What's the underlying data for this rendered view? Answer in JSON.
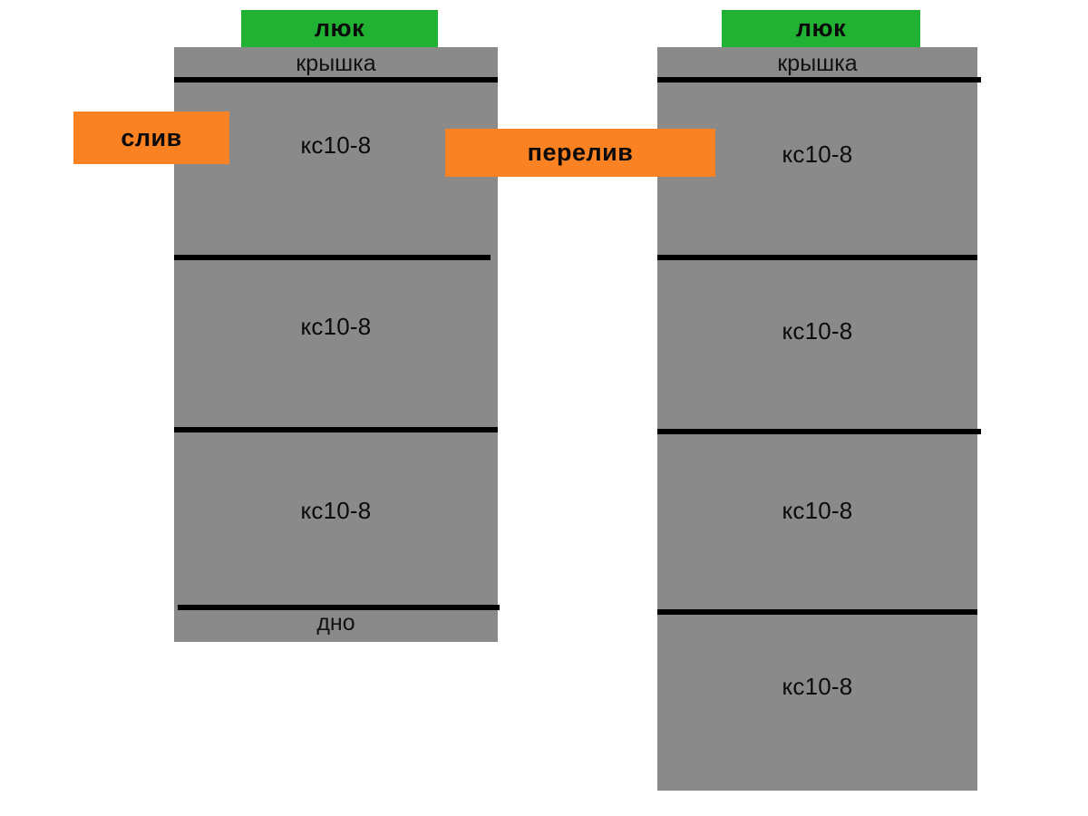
{
  "diagram": {
    "background_color": "#ffffff",
    "palette": {
      "concrete_gray": "#8a8a8a",
      "hatch_green": "#22b233",
      "pipe_orange": "#fa8223",
      "joint_black": "#000000"
    },
    "wells": [
      {
        "id": "left-well",
        "name": "left-well",
        "hatch": {
          "label": "люк",
          "color": "#22b233"
        },
        "cover": {
          "label": "крышка"
        },
        "rings": [
          {
            "label": "кс10-8"
          },
          {
            "label": "кс10-8"
          },
          {
            "label": "кс10-8"
          }
        ],
        "bottom": {
          "label": "дно"
        }
      },
      {
        "id": "right-well",
        "name": "right-well",
        "hatch": {
          "label": "люк",
          "color": "#22b233"
        },
        "cover": {
          "label": "крышка"
        },
        "rings": [
          {
            "label": "кс10-8"
          },
          {
            "label": "кс10-8"
          },
          {
            "label": "кс10-8"
          },
          {
            "label": "кс10-8"
          }
        ],
        "bottom": null
      }
    ],
    "pipes": [
      {
        "id": "drain-pipe",
        "label": "слив",
        "color": "#fa8223"
      },
      {
        "id": "overflow-pipe",
        "label": "перелив",
        "color": "#fa8223"
      }
    ]
  }
}
